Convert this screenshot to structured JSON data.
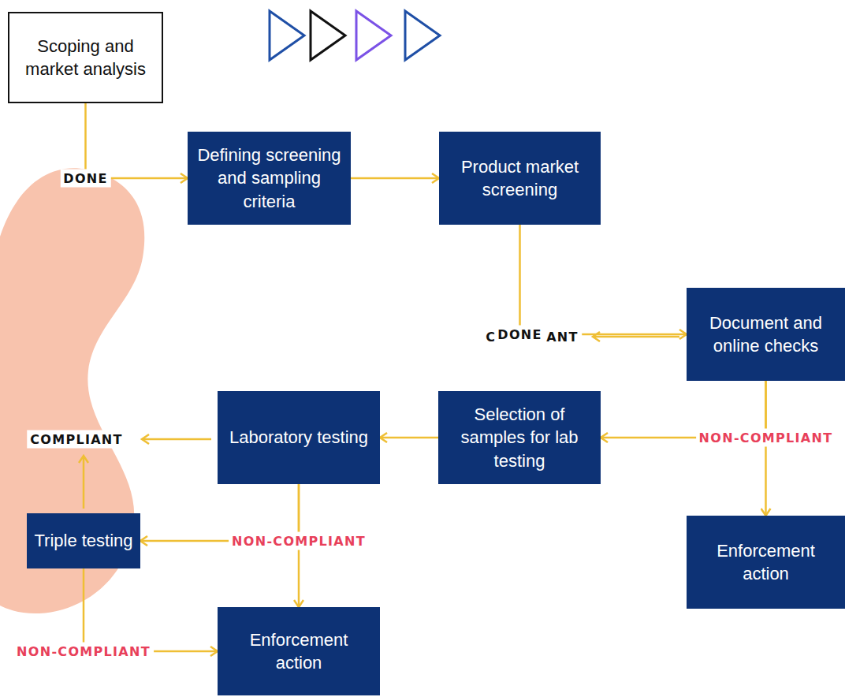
{
  "diagram": {
    "nodes": [
      {
        "text": [
          "Scoping and market analysis"
        ]
      },
      {
        "text": [
          "Defining screening and sampling criteria"
        ]
      },
      {
        "text": [
          "Product market screening"
        ]
      },
      {
        "text": [
          "Document and online checks"
        ]
      },
      {
        "text": [
          "Selection of samples for lab testing"
        ]
      },
      {
        "text": [
          "Laboratory testing"
        ]
      },
      {
        "text": [
          "Enforcement action"
        ]
      },
      {
        "text": [
          "Triple testing"
        ]
      },
      {
        "text": [
          "Enforcement action"
        ]
      }
    ],
    "edges": [
      {
        "from": 0,
        "to": 1,
        "arrow": "to",
        "label": "DONE"
      },
      {
        "from": 1,
        "to": 2,
        "arrow": "to"
      },
      {
        "from": 2,
        "to": 3,
        "arrow": "to",
        "label": "DONE"
      },
      {
        "from": 3,
        "to": 4,
        "arrow": "to",
        "label": "NON-COMPLIANT"
      },
      {
        "from": 3,
        "to": 6,
        "arrow": "to"
      },
      {
        "from": 4,
        "to": 5,
        "arrow": "to"
      },
      {
        "from": 5,
        "to": 7,
        "arrow": "to",
        "label": "NON-COMPLIANT"
      },
      {
        "from": 5,
        "to": 8,
        "arrow": "to"
      },
      {
        "from": 7,
        "to": 8,
        "arrow": "to",
        "label": "NON-COMPLIANT"
      }
    ],
    "labels": [
      "COMPLIANT",
      "COMPLIANT"
    ]
  }
}
